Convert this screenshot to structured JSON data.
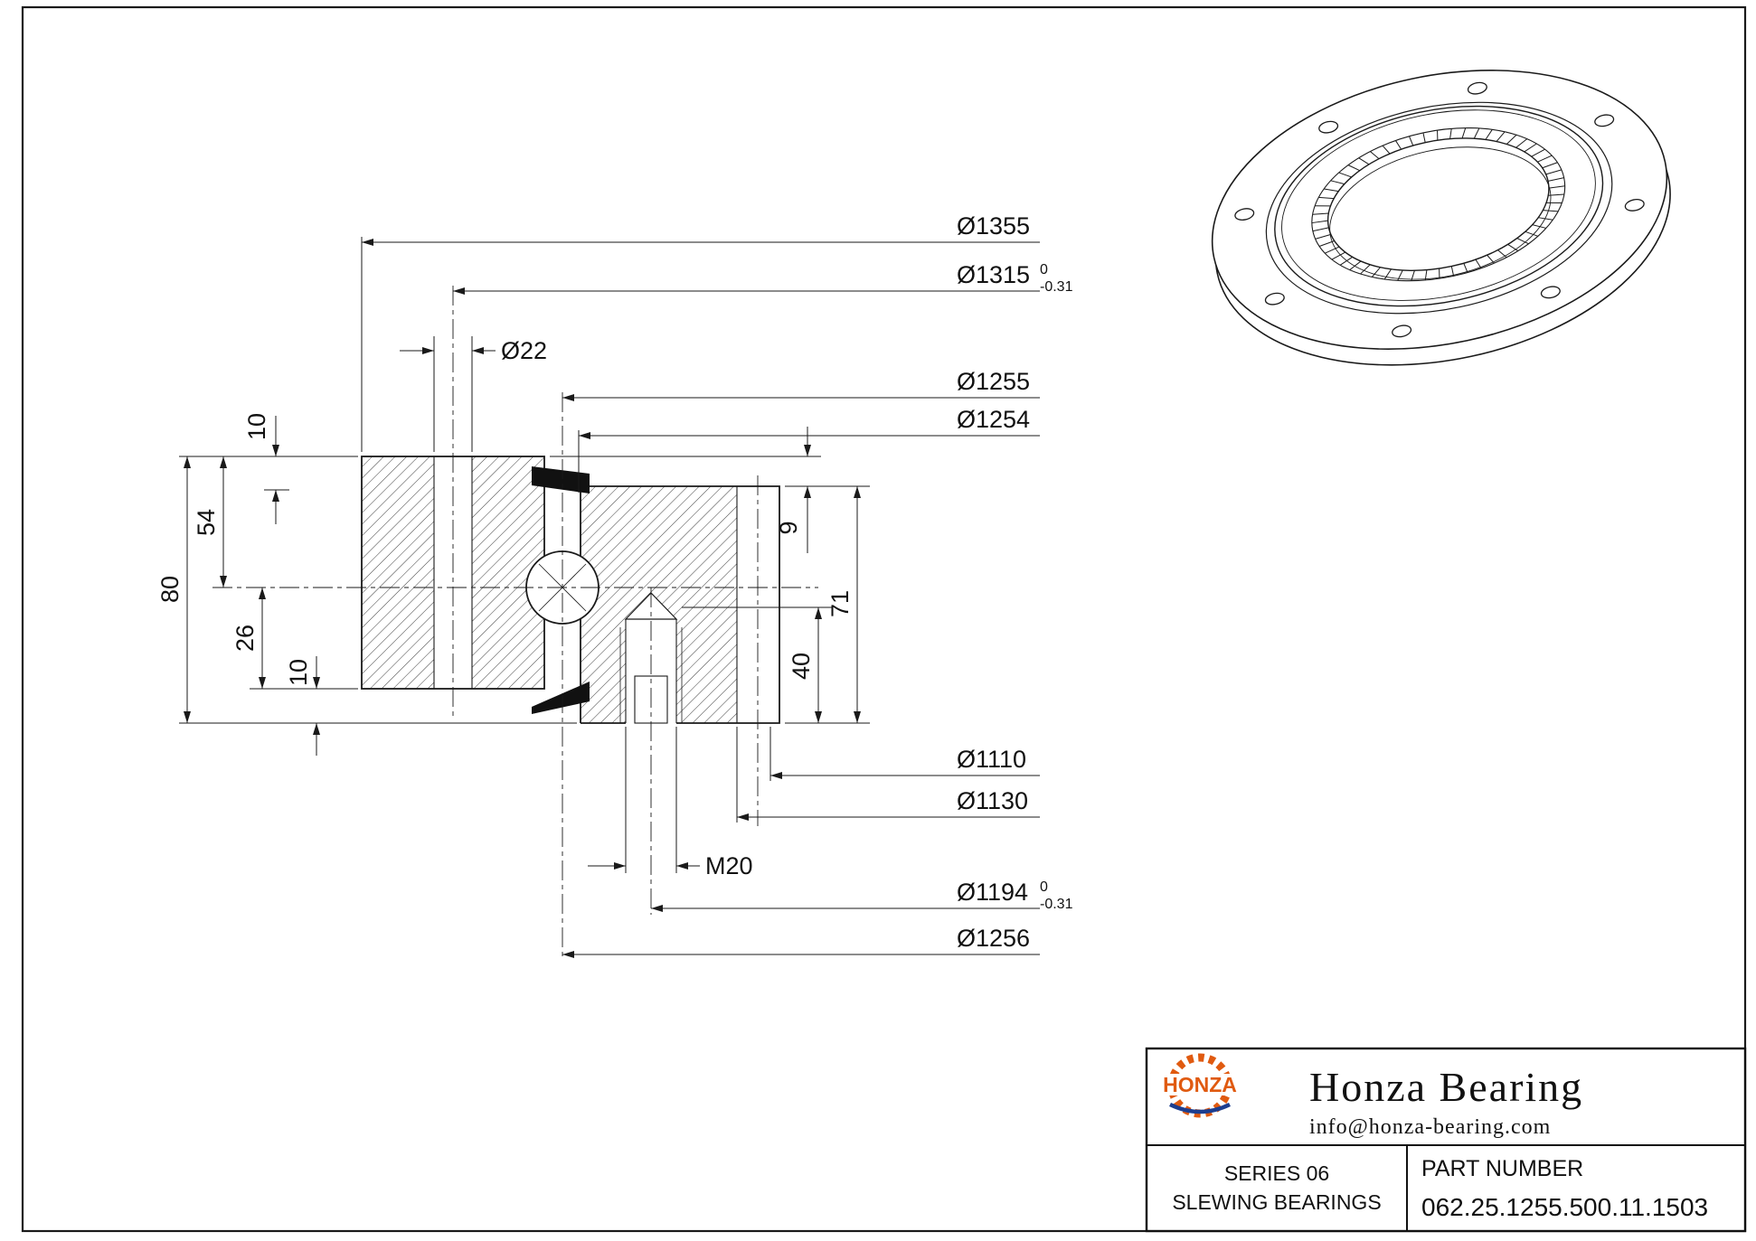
{
  "dimensions": {
    "d1355": "Ø1355",
    "d1315": "Ø1315",
    "d1315_hi": "0",
    "d1315_lo": "-0.31",
    "d22": "Ø22",
    "d1255": "Ø1255",
    "d1254": "Ø1254",
    "h10_top": "10",
    "h54": "54",
    "h80": "80",
    "h26": "26",
    "h10_bottom": "10",
    "h9": "9",
    "h71": "71",
    "h40": "40",
    "d1110": "Ø1110",
    "d1130": "Ø1130",
    "m20": "M20",
    "d1194": "Ø1194",
    "d1194_hi": "0",
    "d1194_lo": "-0.31",
    "d1256": "Ø1256"
  },
  "title_block": {
    "logo": "HONZA",
    "company": "Honza Bearing",
    "email": "info@honza-bearing.com",
    "series": "SERIES  06",
    "series_type": "SLEWING BEARINGS",
    "part_number_label": "PART  NUMBER",
    "part_number": "062.25.1255.500.11.1503"
  }
}
